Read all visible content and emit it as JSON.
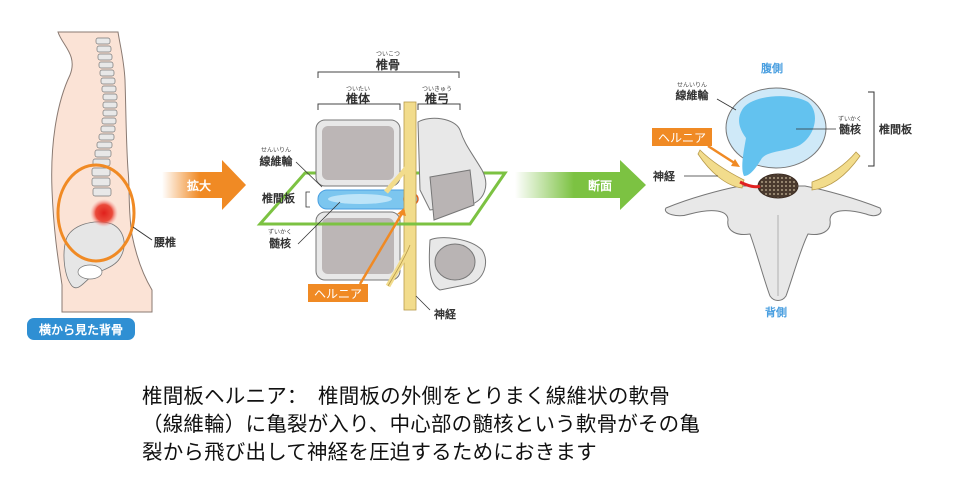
{
  "side_view": {
    "label_lumbar": "腰椎",
    "badge": "横から見た背骨",
    "badge_color": "#2f8fd3",
    "circle_color": "#f08a24"
  },
  "arrow_enlarge": {
    "label": "拡大",
    "color": "#f08a24"
  },
  "arrow_section": {
    "label": "断面",
    "color": "#7cc242"
  },
  "lateral_view": {
    "vertebra": {
      "label": "椎骨",
      "ruby": "ついこつ"
    },
    "vertebral_body": {
      "label": "椎体",
      "ruby": "ついたい"
    },
    "vertebral_arch": {
      "label": "椎弓",
      "ruby": "ついきゅう"
    },
    "annulus": {
      "label": "線維輪",
      "ruby": "せんいりん"
    },
    "disc": {
      "label": "椎間板"
    },
    "nucleus": {
      "label": "髄核",
      "ruby": "ずいかく"
    },
    "hernia": {
      "label": "ヘルニア"
    },
    "nerve": {
      "label": "神経"
    }
  },
  "cross_section": {
    "ventral": "腹側",
    "dorsal": "背側",
    "annulus": {
      "label": "線維輪",
      "ruby": "せんいりん"
    },
    "nucleus": {
      "label": "髄核",
      "ruby": "ずいかく"
    },
    "disc": {
      "label": "椎間板"
    },
    "hernia": {
      "label": "ヘルニア"
    },
    "nerve": {
      "label": "神経"
    },
    "side_label_color": "#4a9fe0"
  },
  "caption": {
    "lines": [
      "椎間板ヘルニア：　椎間板の外側をとりまく線維状の軟骨",
      "（線維輪）に亀裂が入り、中心部の髄核という軟骨がその亀",
      "裂から飛び出して神経を圧迫するためにおきます"
    ]
  }
}
